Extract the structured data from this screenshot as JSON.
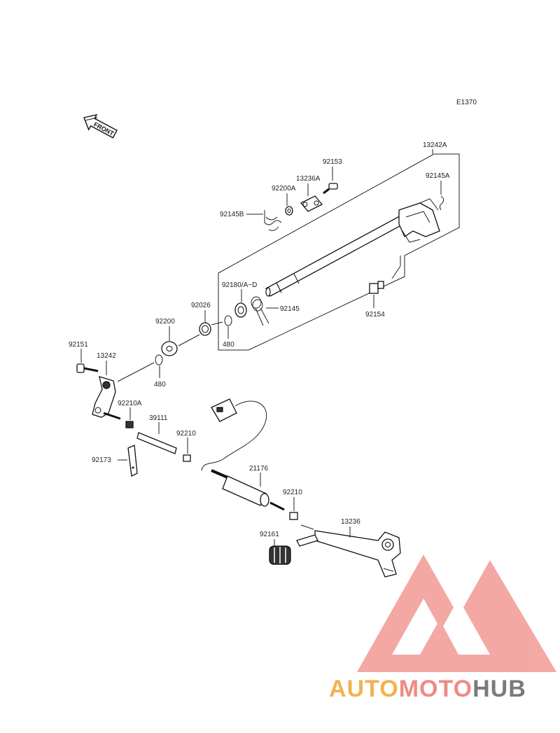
{
  "diagram": {
    "code": "E1370",
    "front_label": "FRONT",
    "parts": [
      {
        "id": "p13242A",
        "label": "13242A"
      },
      {
        "id": "p92153",
        "label": "92153"
      },
      {
        "id": "p13236A",
        "label": "13236A"
      },
      {
        "id": "p92145A",
        "label": "92145A"
      },
      {
        "id": "p92200A",
        "label": "92200A"
      },
      {
        "id": "p92145B",
        "label": "92145B"
      },
      {
        "id": "p92180",
        "label": "92180/A~D"
      },
      {
        "id": "p92145",
        "label": "92145"
      },
      {
        "id": "p92154",
        "label": "92154"
      },
      {
        "id": "p92026",
        "label": "92026"
      },
      {
        "id": "p480a",
        "label": "480"
      },
      {
        "id": "p92200",
        "label": "92200"
      },
      {
        "id": "p480b",
        "label": "480"
      },
      {
        "id": "p92151",
        "label": "92151"
      },
      {
        "id": "p13242",
        "label": "13242"
      },
      {
        "id": "p92210A",
        "label": "92210A"
      },
      {
        "id": "p39111",
        "label": "39111"
      },
      {
        "id": "p92210a",
        "label": "92210"
      },
      {
        "id": "p92173",
        "label": "92173"
      },
      {
        "id": "p21176",
        "label": "21176"
      },
      {
        "id": "p92210b",
        "label": "92210"
      },
      {
        "id": "p13236",
        "label": "13236"
      },
      {
        "id": "p92161",
        "label": "92161"
      }
    ]
  },
  "watermark": {
    "part1": "AUTO",
    "part2": "MOTO",
    "part3": "HUB",
    "colors": {
      "auto": "#f2b24c",
      "moto": "#f08a84",
      "hub": "#7a7a7a",
      "logo": "#f39a94"
    }
  }
}
